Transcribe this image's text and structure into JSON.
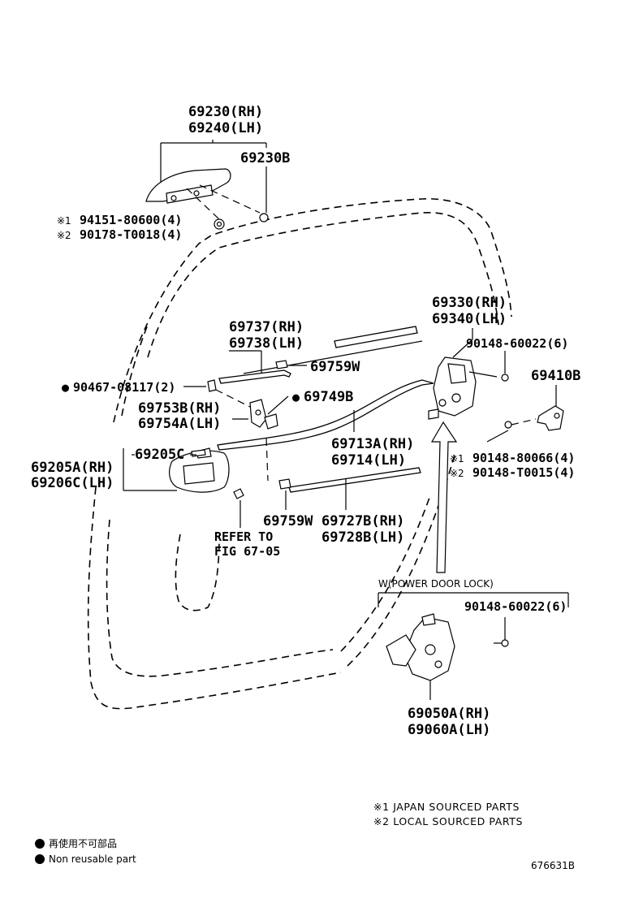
{
  "labels": {
    "p69230": "69230(RH)",
    "p69240": "69240(LH)",
    "p69230B": "69230B",
    "p94151": "94151-80600(4)",
    "p90178": "90178-T0018(4)",
    "p69330": "69330(RH)",
    "p69340": "69340(LH)",
    "p90148a": "90148-60022(6)",
    "p69410B": "69410B",
    "p90148b": "90148-80066(4)",
    "p90148c": "90148-T0015(4)",
    "p69737": "69737(RH)",
    "p69738": "69738(LH)",
    "p69759Wa": "69759W",
    "p90467": "90467-08117(2)",
    "p69749B": "69749B",
    "p69753B": "69753B(RH)",
    "p69754A": "69754A(LH)",
    "p69713A": "69713A(RH)",
    "p69714": "69714(LH)",
    "p69205C": "69205C",
    "p69205A": "69205A(RH)",
    "p69206C": "69206C(LH)",
    "p69759Wb": "69759W",
    "p69727B": "69727B(RH)",
    "p69728B": "69728B(LH)",
    "refer1": "REFER TO",
    "refer2": "FIG 67-05",
    "powerLock": "W(POWER DOOR LOCK)",
    "p90148d": "90148-60022(6)",
    "p69050A": "69050A(RH)",
    "p69060A": "69060A(LH)"
  },
  "marks": {
    "ref1": "※1",
    "ref2": "※2",
    "dot": "●"
  },
  "notes": {
    "japan": "※1 JAPAN SOURCED PARTS",
    "local": "※2 LOCAL SOURCED PARTS"
  },
  "legend": {
    "jp": "再使用不可部品",
    "en": "Non reusable part"
  },
  "figure_code": "676631B"
}
